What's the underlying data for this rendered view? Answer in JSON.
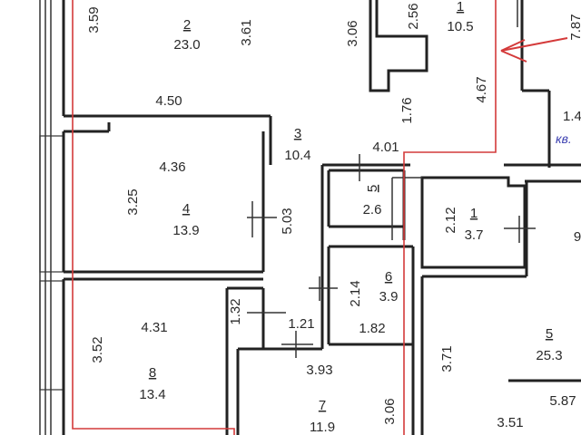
{
  "colors": {
    "wall": "#222222",
    "boundary": "#d43a3a",
    "text": "#2a2a2a",
    "apt_label": "#3b3fb0",
    "arrow": "#d43a3a"
  },
  "rooms": [
    {
      "id": "2",
      "number": "2",
      "area": "23.0"
    },
    {
      "id": "1top",
      "number": "1",
      "area": "10.5"
    },
    {
      "id": "3",
      "number": "3",
      "area": "10.4"
    },
    {
      "id": "4",
      "number": "4",
      "area": "13.9"
    },
    {
      "id": "5a",
      "number": "5",
      "area": "2.6"
    },
    {
      "id": "1b",
      "number": "1",
      "area": "3.7"
    },
    {
      "id": "6",
      "number": "6",
      "area": "3.9"
    },
    {
      "id": "8",
      "number": "8",
      "area": "13.4"
    },
    {
      "id": "7",
      "number": "7",
      "area": "11.9"
    },
    {
      "id": "5b",
      "number": "5",
      "area": "25.3"
    }
  ],
  "dimensions": {
    "d359": "3.59",
    "d361": "3.61",
    "d306a": "3.06",
    "d256": "2.56",
    "d787": "7.87",
    "d450": "4.50",
    "d467": "4.67",
    "d176": "1.76",
    "d14": "1.4",
    "d436": "4.36",
    "d325": "3.25",
    "d503": "5.03",
    "d401": "4.01",
    "d212": "2.12",
    "d214": "2.14",
    "d182": "1.82",
    "d132": "1.32",
    "d121": "1.21",
    "d431": "4.31",
    "d352": "3.52",
    "d393": "3.93",
    "d306b": "3.06",
    "d371": "3.71",
    "d587": "5.87",
    "d351": "3.51",
    "d9": "9"
  },
  "apartment_label": "кв."
}
